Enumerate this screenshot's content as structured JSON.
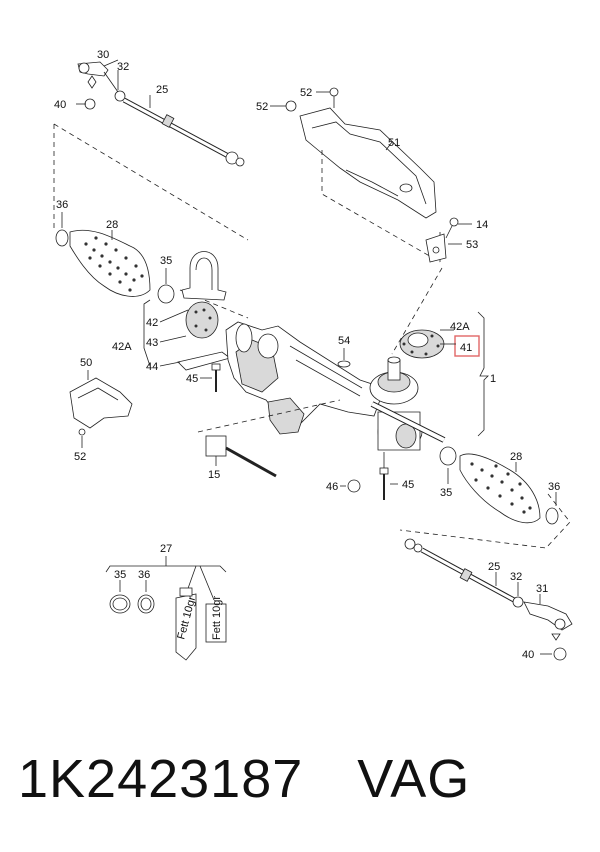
{
  "diagram": {
    "callouts": {
      "c30a": "30",
      "c32a": "32",
      "c25a": "25",
      "c40a": "40",
      "c52a": "52",
      "c52b": "52",
      "c51": "51",
      "c14": "14",
      "c53": "53",
      "c36a": "36",
      "c28a": "28",
      "c35a": "35",
      "c42a_left": "42A",
      "c42": "42",
      "c43": "43",
      "c44": "44",
      "c45a": "45",
      "c54": "54",
      "c42a_right": "42A",
      "c41": "41",
      "c1": "1",
      "c50": "50",
      "c52c": "52",
      "c15": "15",
      "c28b": "28",
      "c36b": "36",
      "c35b": "35",
      "c46": "46",
      "c45b": "45",
      "c27": "27",
      "c35c": "35",
      "c36c": "36",
      "c25b": "25",
      "c32b": "32",
      "c31": "31",
      "c40b": "40"
    },
    "grease_tube_text": "Fett 10gr",
    "grease_tube_small": "Fett 10gr",
    "highlight_color": "#e06666"
  },
  "caption": {
    "part_number": "1K2423187",
    "brand": "VAG"
  }
}
